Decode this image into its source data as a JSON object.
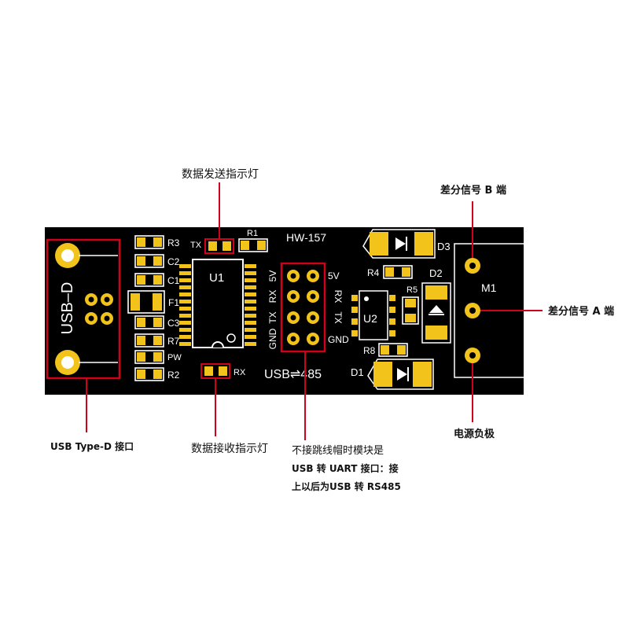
{
  "board": {
    "model": "HW-157",
    "connector_label": "USB–D",
    "brand_text": "USB⇌485",
    "u1": "U1",
    "u2": "U2",
    "m1": "M1",
    "f1": "F1",
    "d1": "D1",
    "d2": "D2",
    "d3": "D3",
    "r1": "R1",
    "r2": "R2",
    "r3": "R3",
    "r4": "R4",
    "r5": "R5",
    "r7": "R7",
    "r8": "R8",
    "c1": "C1",
    "c2": "C2",
    "c3": "C3",
    "pw": "PW",
    "tx_led": "TX",
    "rx_led": "RX",
    "header_left": [
      "5V",
      "RX",
      "TX",
      "GND"
    ],
    "header_right": [
      "5V",
      "RX",
      "TX",
      "GND"
    ]
  },
  "callouts": {
    "tx_indicator": "数据发送指示灯",
    "rx_indicator": "数据接收指示灯",
    "usb_port": "USB Type-D 接口",
    "jumper_line1": "不接跳线帽时模块是",
    "jumper_line2": "USB 转 UART 接口：接",
    "jumper_line3": "上以后为USB 转 RS485",
    "signal_b": "差分信号 B 端",
    "signal_a": "差分信号 A 端",
    "power_neg": "电源负极"
  },
  "colors": {
    "pcb": "#000000",
    "pad": "#f2c31b",
    "callout_line": "#d0021b",
    "silkscreen": "#ffffff"
  }
}
